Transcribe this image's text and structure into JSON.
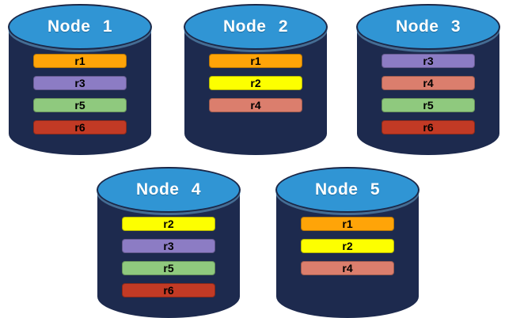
{
  "diagram": {
    "colors": {
      "background": "#FFFFFF",
      "cylinder_body": "#1D2A4E",
      "cylinder_top": "#3095D4",
      "cylinder_outline": "#1B2747",
      "title_text": "#FFFFFF",
      "bar_text": "#000000"
    },
    "replica_colors": {
      "r1": "#FFA408",
      "r2": "#FDFF00",
      "r3": "#8C7CC4",
      "r4": "#DB7E6D",
      "r5": "#8FC97E",
      "r6": "#C23A25"
    },
    "nodes": [
      {
        "title": "Node 1",
        "replicas": [
          "r1",
          "r3",
          "r5",
          "r6"
        ]
      },
      {
        "title": "Node 2",
        "replicas": [
          "r1",
          "r2",
          "r4"
        ]
      },
      {
        "title": "Node 3",
        "replicas": [
          "r3",
          "r4",
          "r5",
          "r6"
        ]
      },
      {
        "title": "Node 4",
        "replicas": [
          "r2",
          "r3",
          "r5",
          "r6"
        ]
      },
      {
        "title": "Node 5",
        "replicas": [
          "r1",
          "r2",
          "r4"
        ]
      }
    ]
  }
}
